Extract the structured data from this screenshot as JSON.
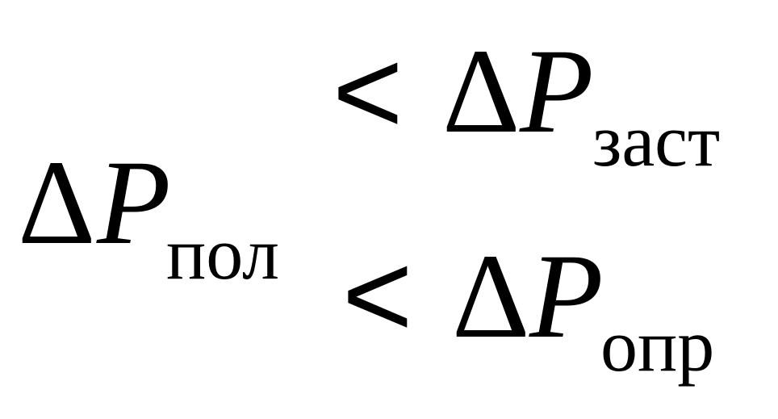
{
  "formula": {
    "left": {
      "delta": "Δ",
      "var": "P",
      "subscript": "пол"
    },
    "top": {
      "relation": "<",
      "delta": "Δ",
      "var": "P",
      "subscript": "заст"
    },
    "bottom": {
      "relation": "<",
      "delta": "Δ",
      "var": "P",
      "subscript": "опр"
    }
  }
}
